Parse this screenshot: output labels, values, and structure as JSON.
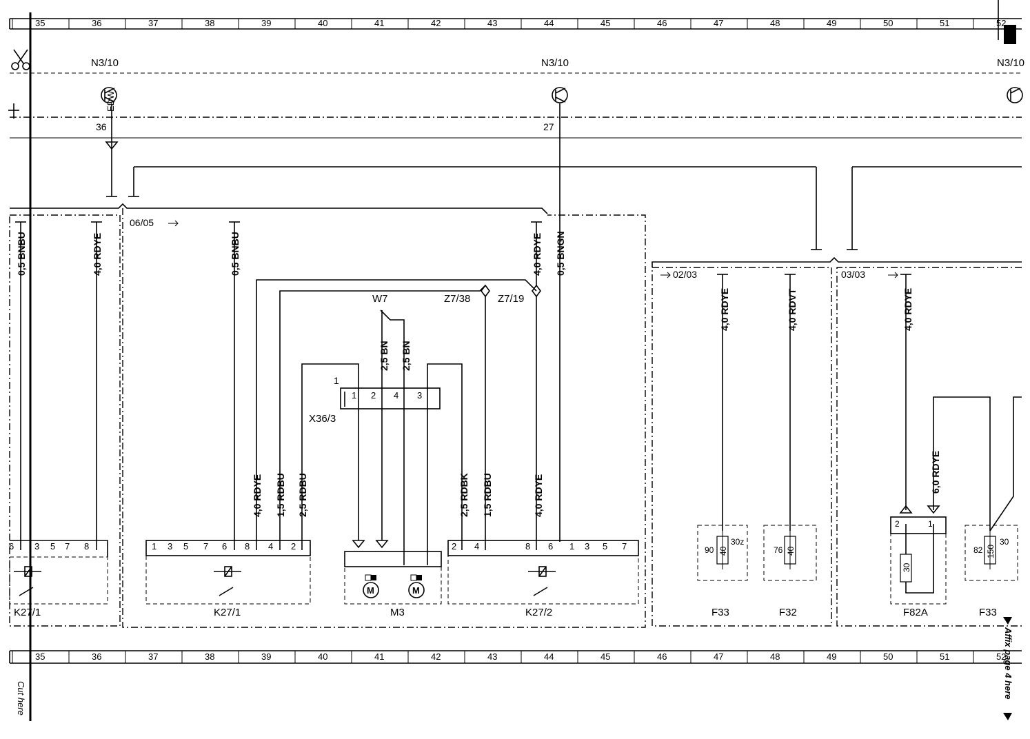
{
  "grid": {
    "columns": [
      "35",
      "36",
      "37",
      "38",
      "39",
      "40",
      "41",
      "42",
      "43",
      "44",
      "45",
      "46",
      "47",
      "48",
      "49",
      "50",
      "51",
      "52"
    ]
  },
  "margin_notes": {
    "cut_here": "Cut here",
    "affix_page": "Affix page 4 here"
  },
  "control_units": [
    {
      "name": "N3/10",
      "pin": "36",
      "pin_label": "EDW"
    },
    {
      "name": "N3/10",
      "pin": "27"
    },
    {
      "name": "N3/10"
    }
  ],
  "page_refs": [
    "06/05",
    "02/03",
    "03/03"
  ],
  "wires": {
    "left_bnbu": "0,5 BNBU",
    "left_rdye": "4,0 RDYE",
    "mid_bnbu": "0,5 BNBU",
    "top_rdye": "4,0 RDYE",
    "top_bngn": "0,5 BNGN",
    "w7_bn_a": "2,5 BN",
    "w7_bn_b": "2,5 BN",
    "k271_rdye": "4,0 RDYE",
    "k271_rdbu_15": "1,5 RDBU",
    "k271_rdbu_25": "2,5 RDBU",
    "k272_rdbk": "2,5 RDBK",
    "k272_rdbu": "1,5 RDBU",
    "k272_rdye": "4,0 RDYE",
    "f33_rdye": "4,0 RDYE",
    "f32_rdvt": "4,0 RDVT",
    "f82a_rdye": "4,0 RDYE",
    "f82a_rdye_6": "6,0 RDYE"
  },
  "labels": {
    "w7": "W7",
    "z738": "Z7/38",
    "z719": "Z7/19",
    "x363": "X36/3",
    "x363_pin1": "1"
  },
  "connector_x363_pins": [
    "1",
    "2",
    "4",
    "3"
  ],
  "components": {
    "k271_left": {
      "name": "K27/1",
      "pins": [
        "6",
        "3",
        "5",
        "7",
        "8"
      ]
    },
    "k271": {
      "name": "K27/1",
      "pins": [
        "1",
        "3",
        "5",
        "7",
        "6",
        "8",
        "4",
        "2"
      ]
    },
    "m3": {
      "name": "M3",
      "motor": "M"
    },
    "k272": {
      "name": "K27/2",
      "pins": [
        "2",
        "4",
        "8",
        "6",
        "1",
        "3",
        "5",
        "7"
      ]
    },
    "f33": {
      "name": "F33",
      "rating": "40",
      "pin_a": "90",
      "pin_b": "30z"
    },
    "f32": {
      "name": "F32",
      "rating": "40",
      "pin_a": "76"
    },
    "f82a": {
      "name": "F82A",
      "rating": "30",
      "pin_a": "2",
      "pin_b": "1"
    },
    "f33_right": {
      "name": "F33",
      "rating": "150",
      "pin_a": "82",
      "pin_b": "30"
    }
  }
}
